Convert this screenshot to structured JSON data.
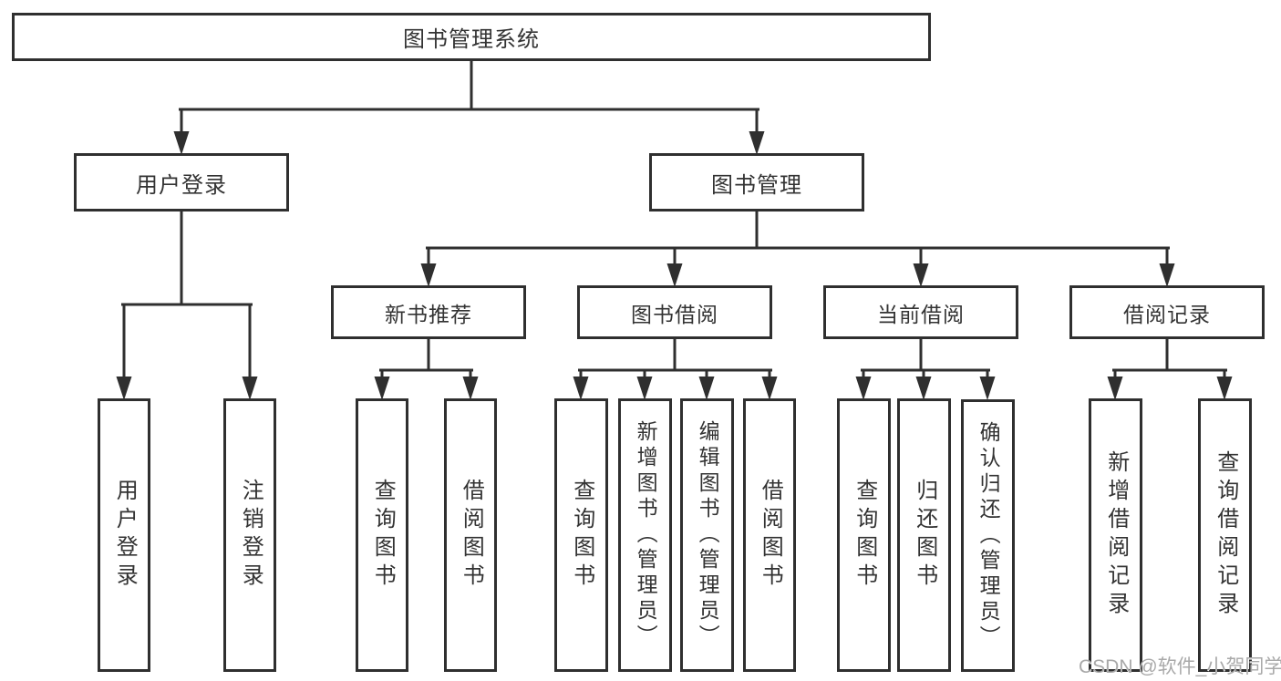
{
  "page": {
    "watermark": "CSDN @软件_小贺同学"
  },
  "colors": {
    "line": "#2f2f2f",
    "box_border": "#2f2f2f",
    "text": "#333333",
    "watermark": "#a9a9a9",
    "background": "#ffffff"
  },
  "tree": {
    "root": {
      "label": "图书管理系统"
    },
    "level2": [
      {
        "label": "用户登录"
      },
      {
        "label": "图书管理"
      }
    ],
    "level3": [
      {
        "label": "新书推荐",
        "parent": "图书管理"
      },
      {
        "label": "图书借阅",
        "parent": "图书管理"
      },
      {
        "label": "当前借阅",
        "parent": "图书管理"
      },
      {
        "label": "借阅记录",
        "parent": "图书管理"
      }
    ],
    "leaves": [
      {
        "label": "用户登录",
        "parent": "用户登录"
      },
      {
        "label": "注销登录",
        "parent": "用户登录"
      },
      {
        "label": "查询图书",
        "parent": "新书推荐"
      },
      {
        "label": "借阅图书",
        "parent": "新书推荐"
      },
      {
        "label": "查询图书",
        "parent": "图书借阅"
      },
      {
        "label": "新增图书（管理员）",
        "parent": "图书借阅"
      },
      {
        "label": "编辑图书（管理员）",
        "parent": "图书借阅"
      },
      {
        "label": "借阅图书",
        "parent": "图书借阅"
      },
      {
        "label": "查询图书",
        "parent": "当前借阅"
      },
      {
        "label": "归还图书",
        "parent": "当前借阅"
      },
      {
        "label": "确认归还（管理员）",
        "parent": "当前借阅"
      },
      {
        "label": "新增借阅记录",
        "parent": "借阅记录"
      },
      {
        "label": "查询借阅记录",
        "parent": "借阅记录"
      }
    ]
  }
}
